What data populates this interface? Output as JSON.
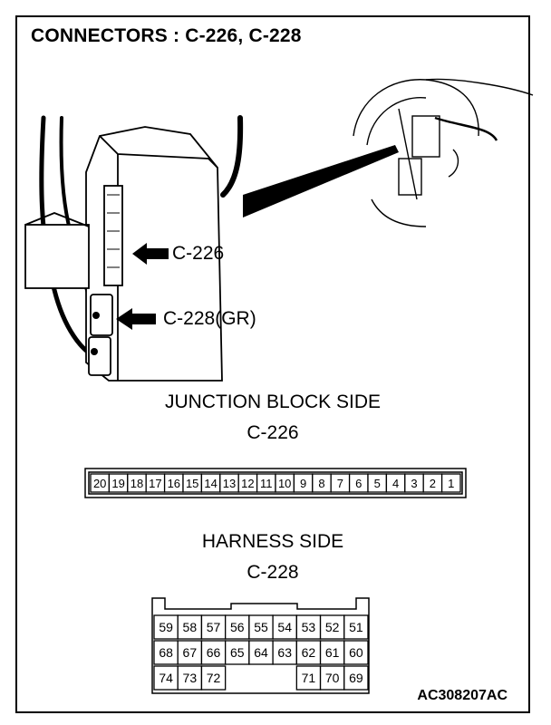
{
  "title": "CONNECTORS : C-226, C-228",
  "callouts": {
    "c226": "C-226",
    "c228": "C-228(GR)"
  },
  "junction_section": {
    "heading": "JUNCTION BLOCK SIDE",
    "connector": "C-226",
    "pins": [
      "20",
      "19",
      "18",
      "17",
      "16",
      "15",
      "14",
      "13",
      "12",
      "11",
      "10",
      "9",
      "8",
      "7",
      "6",
      "5",
      "4",
      "3",
      "2",
      "1"
    ]
  },
  "harness_section": {
    "heading": "HARNESS SIDE",
    "connector": "C-228",
    "row1": [
      "59",
      "58",
      "57",
      "56",
      "55",
      "54",
      "53",
      "52",
      "51"
    ],
    "row2": [
      "68",
      "67",
      "66",
      "65",
      "64",
      "63",
      "62",
      "61",
      "60"
    ],
    "row3_left": [
      "74",
      "73",
      "72"
    ],
    "row3_right": [
      "71",
      "70",
      "69"
    ]
  },
  "figure_code": "AC308207AC"
}
